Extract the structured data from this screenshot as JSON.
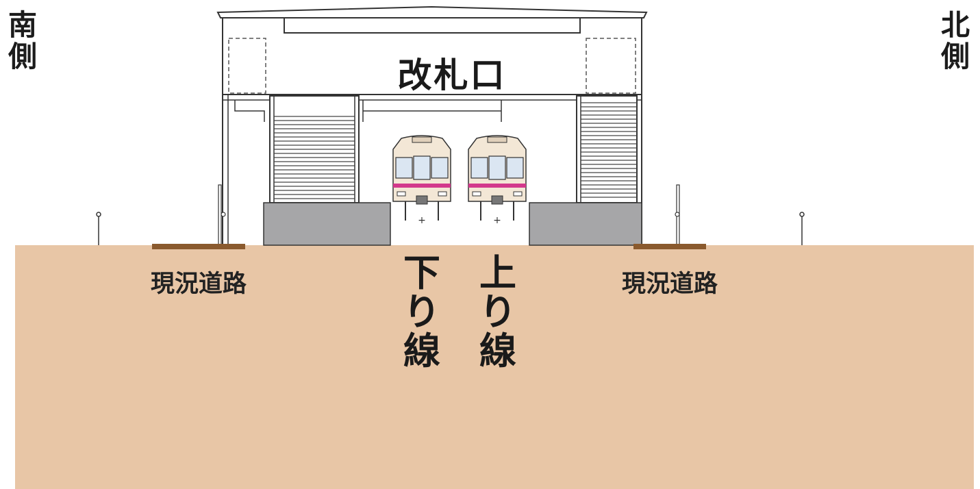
{
  "labels": {
    "south": "南側",
    "north": "北側",
    "ticket_gate": "改札口",
    "existing_road_left": "現況道路",
    "existing_road_right": "現況道路",
    "down_line": "下り線",
    "up_line": "上り線"
  },
  "colors": {
    "ground": "#e8c6a6",
    "road": "#8a5a2e",
    "platform": "#a6a6a8",
    "train_body": "#f3e7d6",
    "train_stripe": "#d3398c",
    "outline": "#333333"
  }
}
